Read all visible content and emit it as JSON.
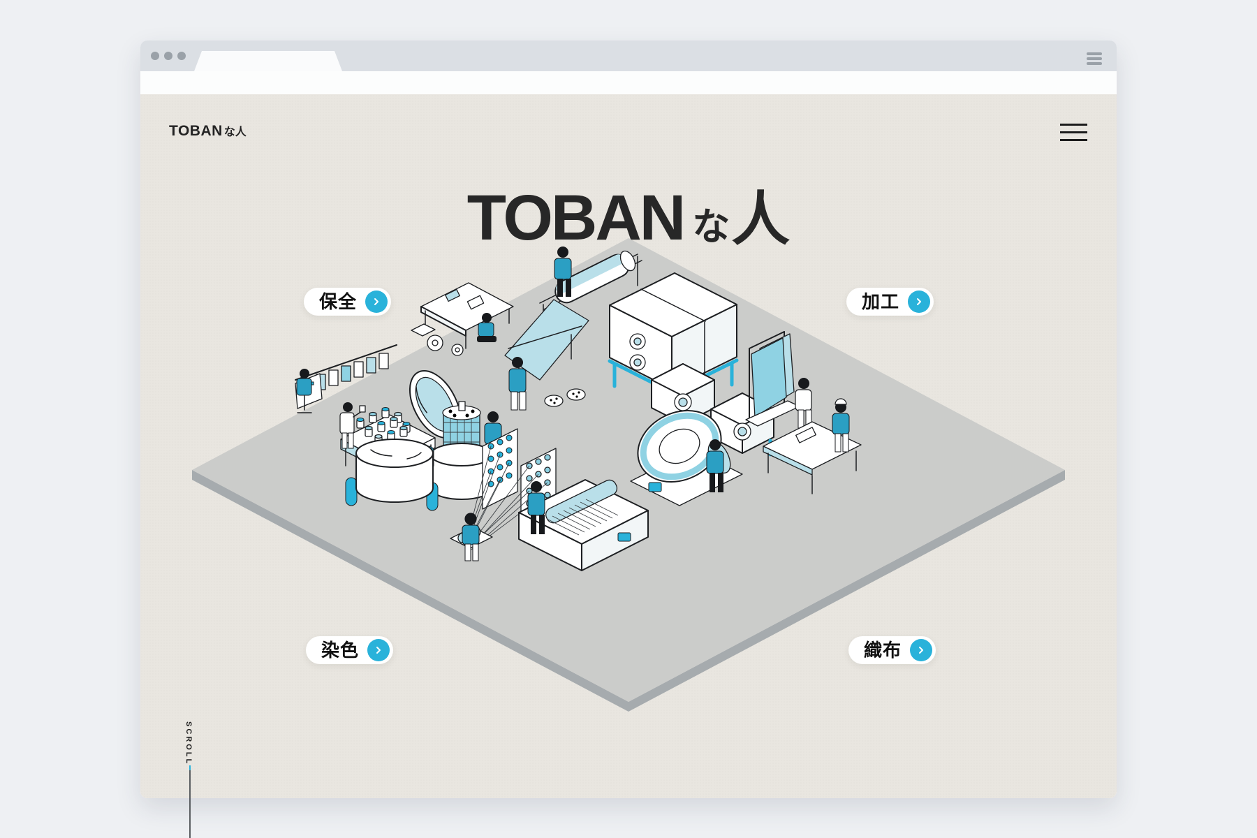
{
  "palette": {
    "page_bg": "#e9e6e0",
    "browser_bg": "#eef0f3",
    "chrome_bar": "#dbdfe4",
    "chrome_dot": "#9aa1a8",
    "accent": "#29b2da",
    "worker_teal": "#2b9fc3",
    "panel_cyan": "#b9dfe9",
    "mid_cyan": "#8fd2e3",
    "platform": "#cbccca",
    "platform_edge": "#a6abae",
    "ink": "#232323",
    "scroll_line": "#595d60"
  },
  "browser": {
    "window_controls_count": 3,
    "menu_icon": "hamburger-icon"
  },
  "page": {
    "logo": {
      "latin": "TOBAN",
      "suffix": "な人"
    },
    "menu_icon": "hamburger-icon",
    "hero": {
      "latin": "TOBAN",
      "kana": "な",
      "kanji": "人"
    },
    "nav_buttons": [
      {
        "id": "hozen",
        "label": "保全",
        "position": "top-left",
        "icon": "arrow-right-circle"
      },
      {
        "id": "kako",
        "label": "加工",
        "position": "top-right",
        "icon": "arrow-right-circle"
      },
      {
        "id": "senshoku",
        "label": "染色",
        "position": "bottom-left",
        "icon": "arrow-right-circle"
      },
      {
        "id": "shokufu",
        "label": "織布",
        "position": "bottom-right",
        "icon": "arrow-right-circle"
      }
    ],
    "scroll": {
      "label": "SCROLL"
    },
    "illustration": {
      "subject": "isometric textile factory floor with workers and machines"
    }
  }
}
